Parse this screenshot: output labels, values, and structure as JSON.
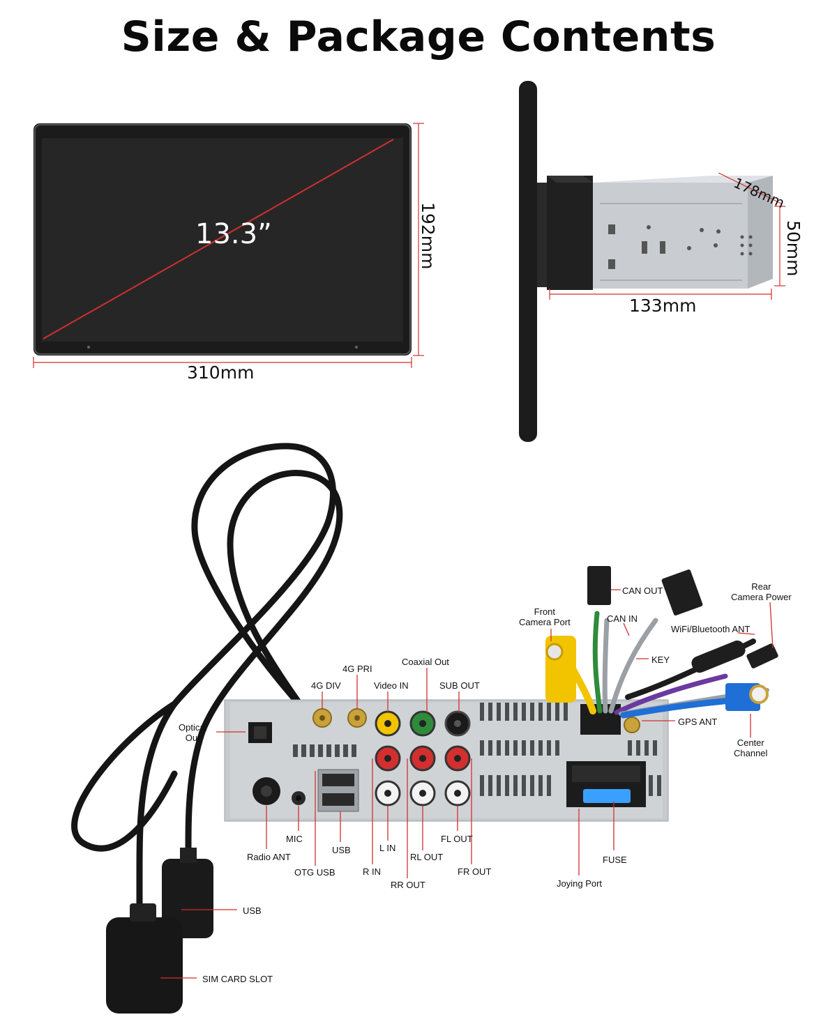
{
  "title": "Size & Package Contents",
  "screen": {
    "diagonal": "13.3”",
    "width": "310mm",
    "height": "192mm"
  },
  "side": {
    "depth": "178mm",
    "height": "50mm",
    "body_depth": "133mm"
  },
  "labels": {
    "optical_out": "Optical\nOut",
    "g4_div": "4G DIV",
    "g4_pri": "4G PRI",
    "video_in": "Video IN",
    "coaxial_out": "Coaxial Out",
    "sub_out": "SUB OUT",
    "can_out": "CAN OUT",
    "can_in": "CAN IN",
    "front_cam": "Front\nCamera Port",
    "rear_cam_power": "Rear\nCamera Power",
    "wifi_bt": "WiFi/Bluetooth ANT",
    "key": "KEY",
    "gps_ant": "GPS ANT",
    "center_channel": "Center\nChannel",
    "mic": "MIC",
    "radio_ant": "Radio ANT",
    "usb": "USB",
    "otg_usb": "OTG USB",
    "l_in": "L IN",
    "r_in": "R IN",
    "rl_out": "RL OUT",
    "rr_out": "RR OUT",
    "fl_out": "FL OUT",
    "fr_out": "FR OUT",
    "fuse": "FUSE",
    "joying_port": "Joying Port",
    "usb_cable": "USB",
    "sim_slot": "SIM CARD SLOT"
  },
  "colors": {
    "accent": "#d32f2f",
    "yellow": "#f2c400",
    "green": "#2e8b3a",
    "blue": "#1f6fd6",
    "fuse": "#3aa0ff"
  }
}
